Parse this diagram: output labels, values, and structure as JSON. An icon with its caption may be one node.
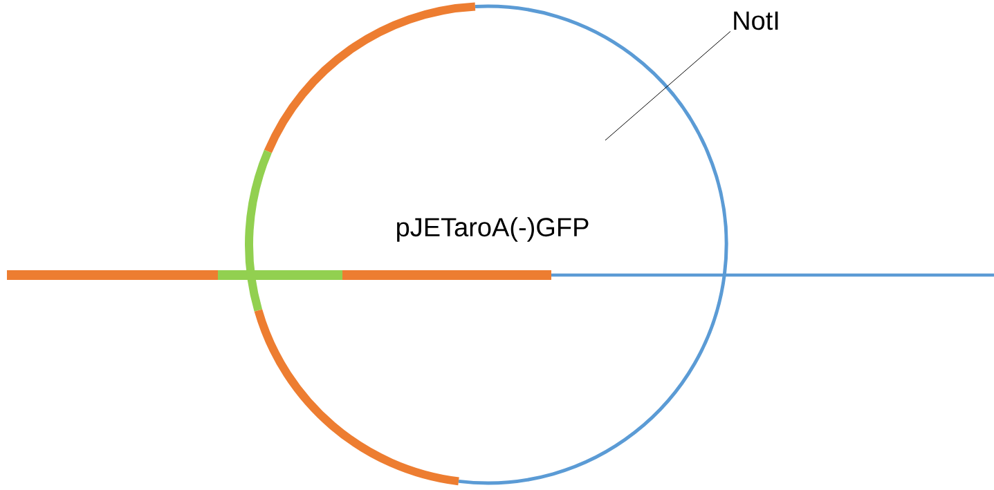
{
  "diagram": {
    "nodes": [
      {
        "text": [
          "pJETaroA(-)GFP"
        ]
      },
      {
        "text": [
          "NotI"
        ]
      }
    ],
    "edges": [
      {
        "from": 1,
        "to": 0,
        "arrow": "none"
      }
    ]
  }
}
